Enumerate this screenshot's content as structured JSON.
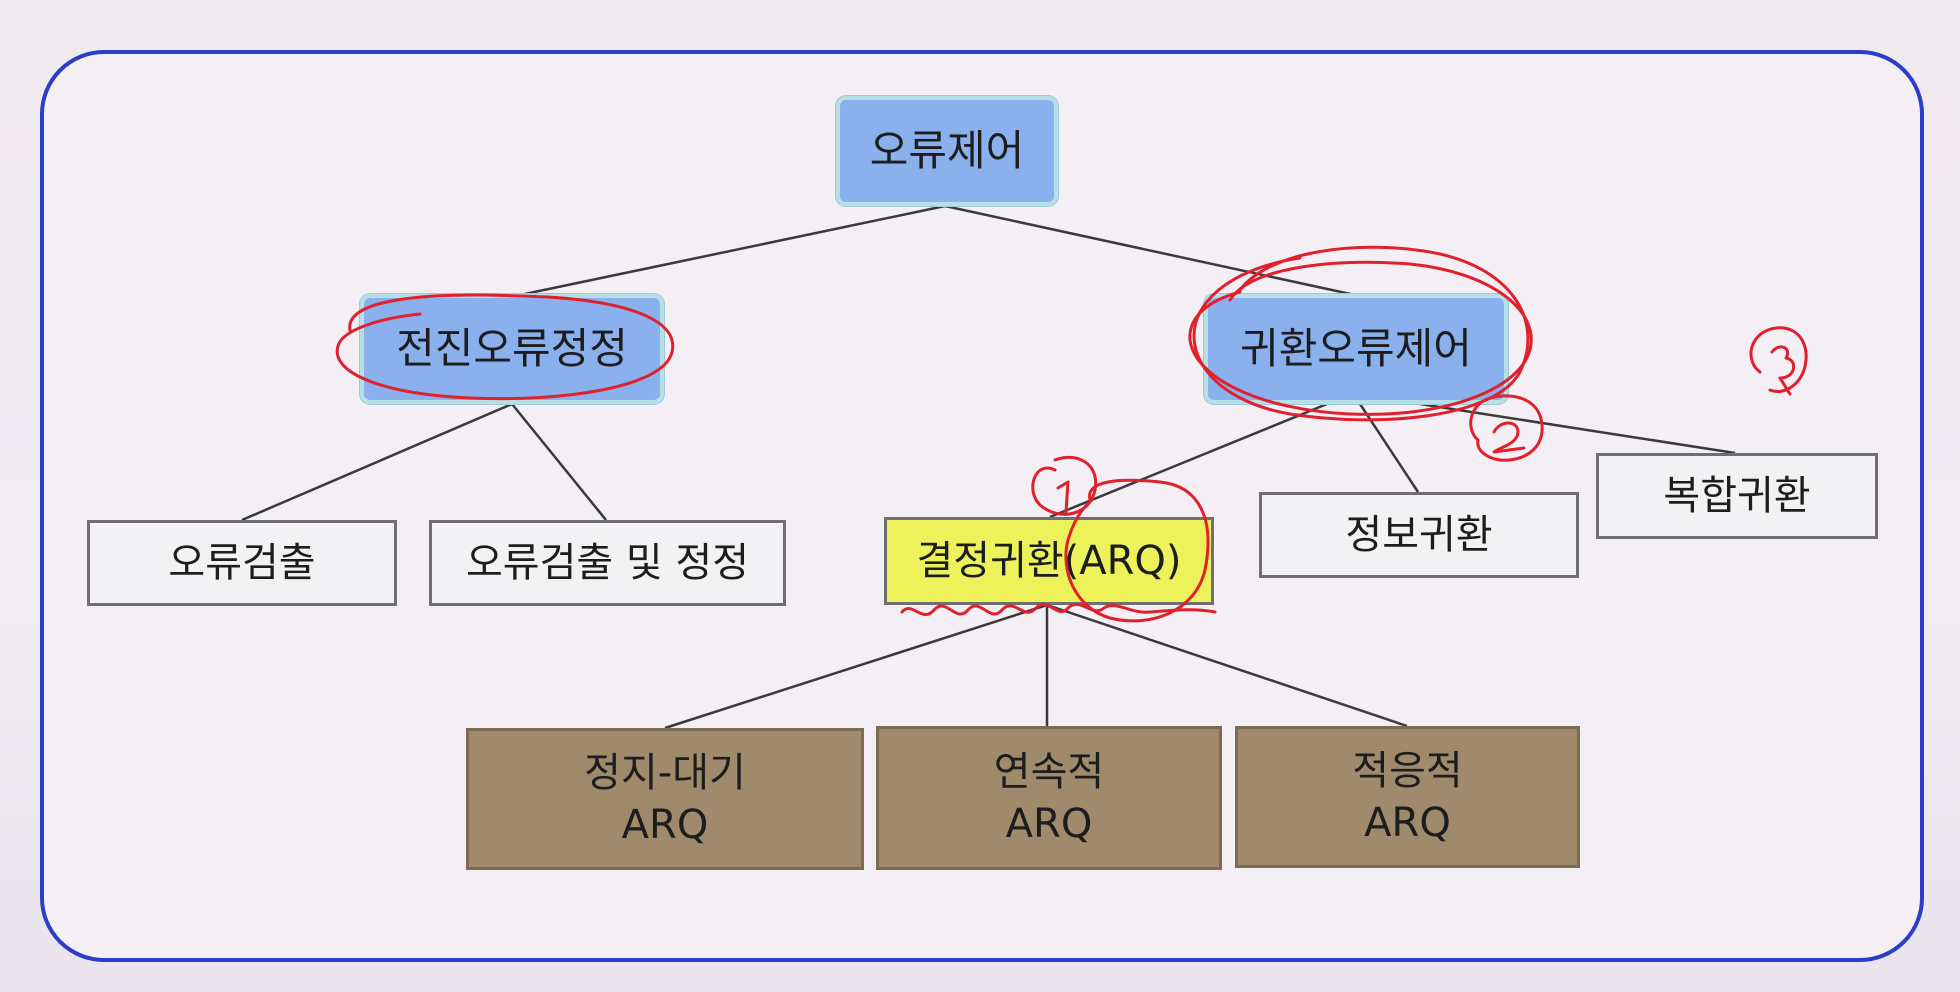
{
  "diagram": {
    "root": {
      "label": "오류제어"
    },
    "level1": {
      "forward": {
        "label": "전진오류정정"
      },
      "backward": {
        "label": "귀환오류제어"
      }
    },
    "forward_children": {
      "detect": {
        "label": "오류검출"
      },
      "detect_correct": {
        "label": "오류검출 및 정정"
      }
    },
    "backward_children": {
      "arq": {
        "label": "결정귀환(ARQ)"
      },
      "info": {
        "label": "정보귀환"
      },
      "hybrid": {
        "label": "복합귀환"
      }
    },
    "arq_types": [
      {
        "line1": "정지-대기",
        "line2": "ARQ"
      },
      {
        "line1": "연속적",
        "line2": "ARQ"
      },
      {
        "line1": "적응적",
        "line2": "ARQ"
      }
    ]
  },
  "annotations": {
    "numbers": [
      "1",
      "2",
      "3"
    ],
    "ink_color": "#e0202c"
  },
  "colors": {
    "frame_border": "#2a3ec9",
    "blue_node": "#8ab0ee",
    "yellow_node": "#eef25a",
    "brown_node": "#a08a6c"
  }
}
